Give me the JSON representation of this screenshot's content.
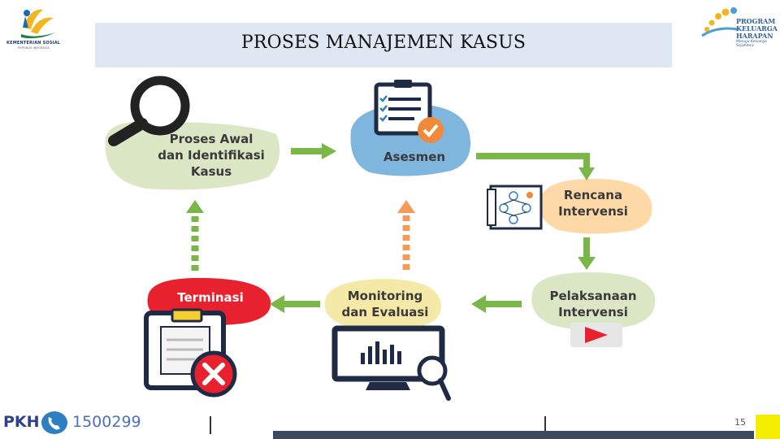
{
  "title": "PROSES MANAJEMEN KASUS",
  "nodes": {
    "proses_awal": [
      "Proses Awal",
      "dan Identifikasi",
      "Kasus"
    ],
    "asesmen": [
      "Asesmen"
    ],
    "rencana": [
      "Rencana",
      "Intervensi"
    ],
    "pelaksanaan": [
      "Pelaksanaan",
      "Intervensi"
    ],
    "monitoring": [
      "Monitoring",
      "dan Evaluasi"
    ],
    "terminasi": [
      "Terminasi"
    ]
  },
  "logo_left": {
    "line1": "KEMENTERIAN SOSIAL",
    "line2": "REPUBLIK INDONESIA"
  },
  "logo_right": {
    "line1": "PROGRAM",
    "line2": "KELUARGA",
    "line3": "HARAPAN",
    "tagline": "Menuju Keluarga Sejahtera"
  },
  "footer": {
    "pkh": "PKH",
    "phone": "1500299",
    "page_number": "15"
  },
  "colors": {
    "title_bar": "#dfe7f3",
    "green_blob": "#dbe6c5",
    "blue_blob": "#7fb6de",
    "peach_blob": "#fdd9a8",
    "yellow_blob": "#f5e9a8",
    "red_blob": "#e8212e",
    "arrow_green": "#7ab648",
    "arrow_orange": "#f39c5a",
    "pkh_dark": "#2d3f8f",
    "accent_yellow": "#f4ef00"
  }
}
